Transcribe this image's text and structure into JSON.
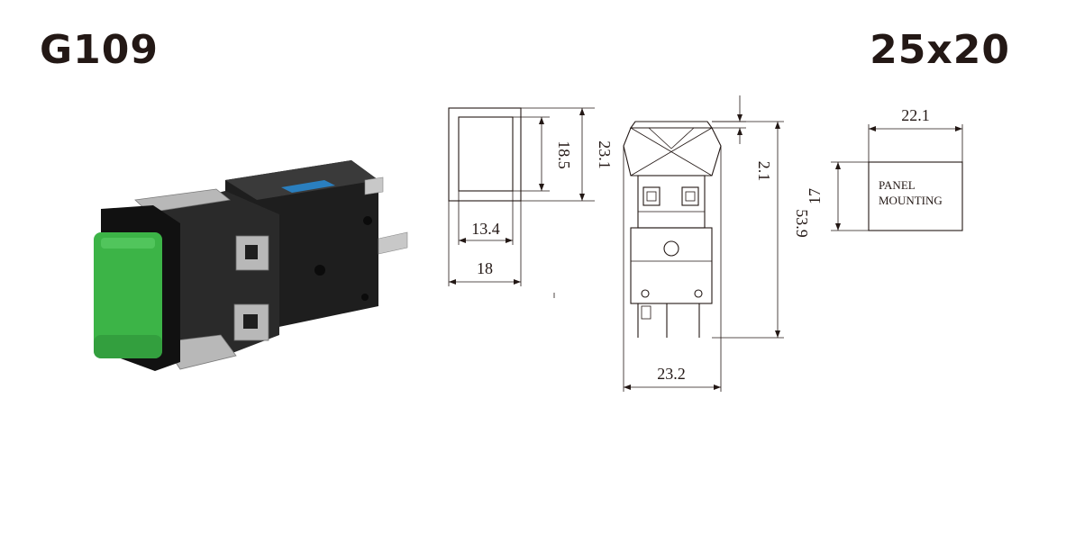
{
  "header": {
    "model": "G109",
    "size": "25x20"
  },
  "front_view": {
    "inner_width": "13.4",
    "outer_width": "18",
    "inner_height": "18.5",
    "outer_height": "23.1"
  },
  "side_view": {
    "cap_height": "2.1",
    "total_length": "53.9",
    "body_width": "23.2"
  },
  "panel_cutout": {
    "width": "22.1",
    "height": "17",
    "label_line1": "PANEL",
    "label_line2": "MOUNTING"
  },
  "colors": {
    "cap": "#3cb447",
    "body": "#1e1e1e",
    "metal": "#b8b8b8",
    "accent": "#2a7fbf",
    "ink": "#231815"
  }
}
